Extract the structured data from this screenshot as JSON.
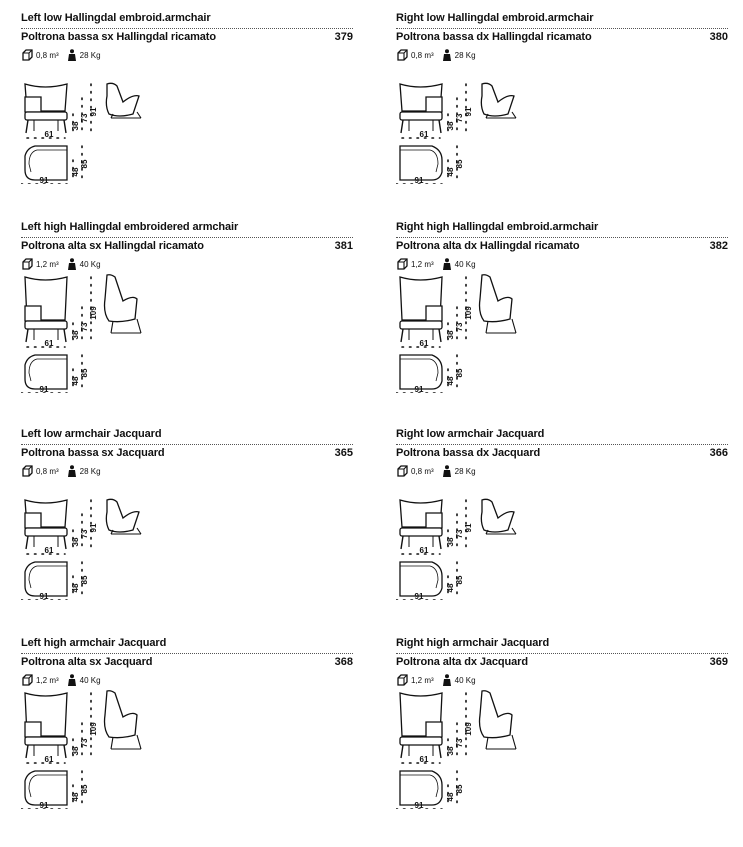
{
  "products": [
    {
      "title_en": "Left low Hallingdal embroid.armchair",
      "title_it": "Poltrona bassa sx Hallingdal ricamato",
      "code": "379",
      "volume": "0,8 m³",
      "weight": "28 Kg",
      "height_variant": "low",
      "side": "left",
      "dims": {
        "seat_h": "38",
        "arm_h": "73",
        "total_h": "91",
        "side_depth": "61",
        "depth": "48",
        "depth_total": "85",
        "width": "91"
      }
    },
    {
      "title_en": "Right low Hallingdal embroid.armchair",
      "title_it": "Poltrona bassa dx Hallingdal ricamato",
      "code": "380",
      "volume": "0,8 m³",
      "weight": "28 Kg",
      "height_variant": "low",
      "side": "right",
      "dims": {
        "seat_h": "38",
        "arm_h": "73",
        "total_h": "91",
        "side_depth": "61",
        "depth": "48",
        "depth_total": "85",
        "width": "91"
      }
    },
    {
      "title_en": "Left high Hallingdal embroidered armchair",
      "title_it": "Poltrona alta sx Hallingdal ricamato",
      "code": "381",
      "volume": "1,2 m³",
      "weight": "40 Kg",
      "height_variant": "high",
      "side": "left",
      "dims": {
        "seat_h": "38",
        "arm_h": "73",
        "total_h": "109",
        "side_depth": "61",
        "depth": "48",
        "depth_total": "85",
        "width": "91"
      }
    },
    {
      "title_en": "Right high Hallingdal embroid.armchair",
      "title_it": "Poltrona alta dx Hallingdal ricamato",
      "code": "382",
      "volume": "1,2 m³",
      "weight": "40 Kg",
      "height_variant": "high",
      "side": "right",
      "dims": {
        "seat_h": "38",
        "arm_h": "73",
        "total_h": "109",
        "side_depth": "61",
        "depth": "48",
        "depth_total": "85",
        "width": "91"
      }
    },
    {
      "title_en": "Left low armchair Jacquard",
      "title_it": "Poltrona bassa sx Jacquard",
      "code": "365",
      "volume": "0,8 m³",
      "weight": "28 Kg",
      "height_variant": "low",
      "side": "left",
      "dims": {
        "seat_h": "38",
        "arm_h": "73",
        "total_h": "91",
        "side_depth": "61",
        "depth": "48",
        "depth_total": "85",
        "width": "91"
      }
    },
    {
      "title_en": "Right low armchair Jacquard",
      "title_it": "Poltrona bassa dx Jacquard",
      "code": "366",
      "volume": "0,8 m³",
      "weight": "28 Kg",
      "height_variant": "low",
      "side": "right",
      "dims": {
        "seat_h": "38",
        "arm_h": "73",
        "total_h": "91",
        "side_depth": "61",
        "depth": "48",
        "depth_total": "85",
        "width": "91"
      }
    },
    {
      "title_en": "Left high armchair Jacquard",
      "title_it": "Poltrona alta sx Jacquard",
      "code": "368",
      "volume": "1,2 m³",
      "weight": "40 Kg",
      "height_variant": "high",
      "side": "left",
      "dims": {
        "seat_h": "38",
        "arm_h": "73",
        "total_h": "109",
        "side_depth": "61",
        "depth": "48",
        "depth_total": "85",
        "width": "91"
      }
    },
    {
      "title_en": "Right high armchair Jacquard",
      "title_it": "Poltrona alta dx Jacquard",
      "code": "369",
      "volume": "1,2 m³",
      "weight": "40 Kg",
      "height_variant": "high",
      "side": "right",
      "dims": {
        "seat_h": "38",
        "arm_h": "73",
        "total_h": "109",
        "side_depth": "61",
        "depth": "48",
        "depth_total": "85",
        "width": "91"
      }
    }
  ],
  "icons": {
    "volume": "box-icon",
    "weight": "weight-icon"
  },
  "colors": {
    "ink": "#111111",
    "rule": "#555555"
  }
}
